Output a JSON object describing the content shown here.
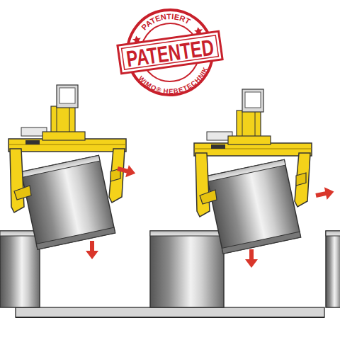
{
  "diagram": {
    "labels": [
      "PATENTED",
      "PATENTIERT",
      "WIMO® HEBETECHNIK"
    ]
  }
}
